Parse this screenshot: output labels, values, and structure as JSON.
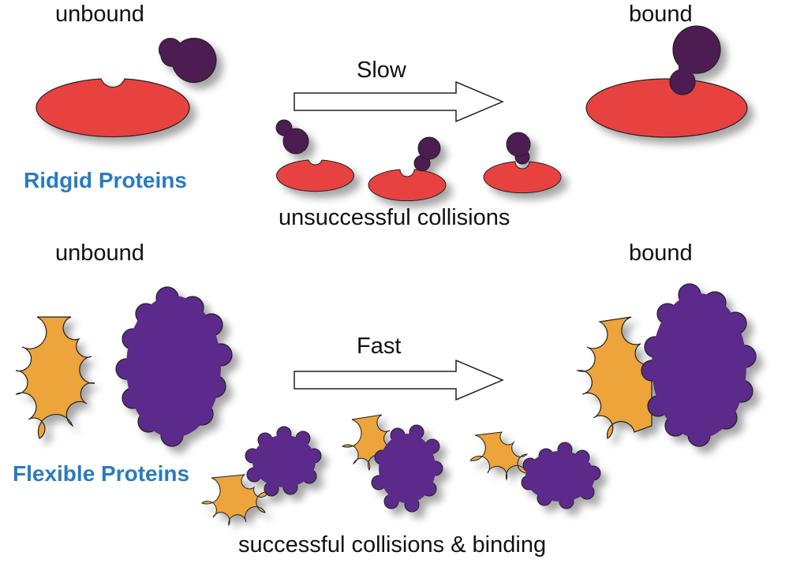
{
  "rigid": {
    "unbound_label": "unbound",
    "bound_label": "bound",
    "arrow_label": "Slow",
    "title": "Ridgid Proteins",
    "caption": "unsuccessful collisions"
  },
  "flexible": {
    "unbound_label": "unbound",
    "bound_label": "bound",
    "arrow_label": "Fast",
    "title": "Flexible Proteins",
    "caption": "successful collisions & binding"
  },
  "colors": {
    "receptor_red": "#e8423f",
    "ligand_dark_purple": "#4e1e52",
    "flex_orange": "#eca43a",
    "flex_purple": "#5b2a8a",
    "title_blue": "#2a7bbf"
  }
}
